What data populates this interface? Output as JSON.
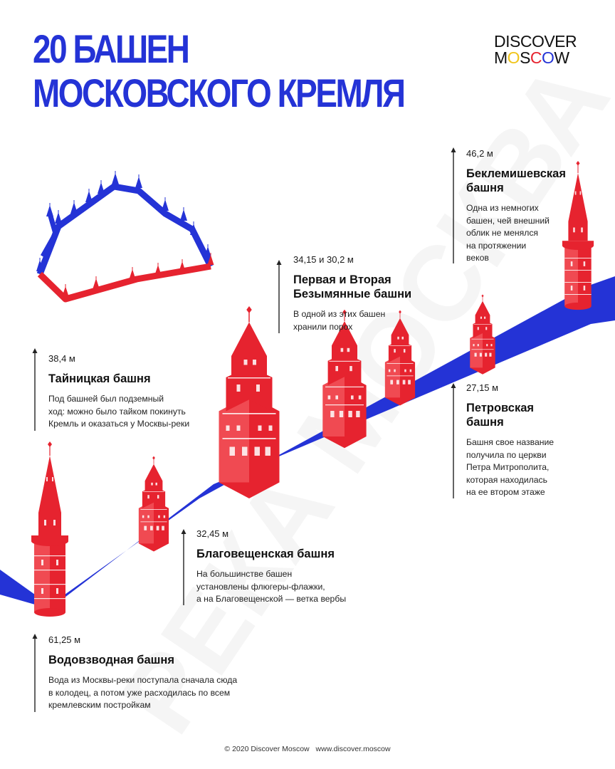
{
  "header": {
    "title_line1": "20 БАШЕН",
    "title_line2": "МОСКОВСКОГО КРЕМЛЯ",
    "logo_line1": "DISCOVER",
    "logo_line2": [
      "M",
      "O",
      "S",
      "C",
      "O",
      "W"
    ]
  },
  "colors": {
    "blue": "#2433d6",
    "red": "#e6232f",
    "yellow": "#f0c419"
  },
  "towers": [
    {
      "id": "beklemishevskaya",
      "height": "46,2 м",
      "name_lines": [
        "Беклемишевская",
        "башня"
      ],
      "desc_lines": [
        "Одна из немногих",
        "башен, чей внешний",
        "облик не менялся",
        "на протяжении",
        "веков"
      ]
    },
    {
      "id": "bezymyannye",
      "height": "34,15 и 30,2 м",
      "name_lines": [
        "Первая и Вторая",
        "Безымянные башни"
      ],
      "desc_lines": [
        "В одной из этих башен",
        "хранили порох"
      ]
    },
    {
      "id": "taynitskaya",
      "height": "38,4 м",
      "name_lines": [
        "Тайницкая башня"
      ],
      "desc_lines": [
        "Под башней был подземный",
        "ход: можно было тайком покинуть",
        "Кремль и оказаться у Москвы-реки"
      ]
    },
    {
      "id": "petrovskaya",
      "height": "27,15 м",
      "name_lines": [
        "Петровская",
        "башня"
      ],
      "desc_lines": [
        "Башня свое название",
        "получила по церкви",
        "Петра Митрополита,",
        "которая находилась",
        "на ее втором этаже"
      ]
    },
    {
      "id": "blagoveshchenskaya",
      "height": "32,45 м",
      "name_lines": [
        "Благовещенская башня"
      ],
      "desc_lines": [
        "На большинстве башен",
        "установлены флюгеры-флажки,",
        "а на Благовещенской — ветка вербы"
      ]
    },
    {
      "id": "vodovzvodnaya",
      "height": "61,25 м",
      "name_lines": [
        "Водовзводная башня"
      ],
      "desc_lines": [
        "Вода из Москвы-реки поступала сначала сюда",
        "в колодец, а потом уже расходилась по всем",
        "кремлевским постройкам"
      ]
    }
  ],
  "watermark": "РЕКА МОСКВА",
  "footer": {
    "copyright": "© 2020 Discover Moscow",
    "url": "www.discover.moscow"
  }
}
